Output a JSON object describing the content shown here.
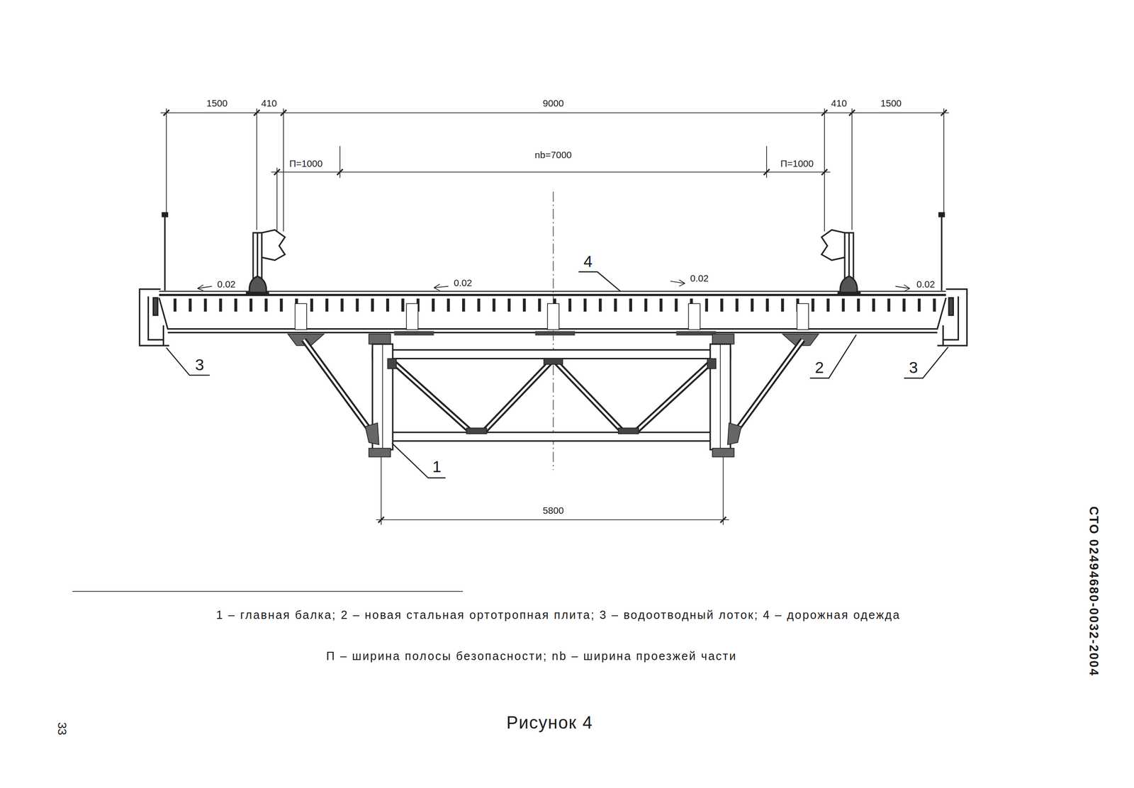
{
  "diagram": {
    "caption": "Рисунок 4",
    "labels": [
      "1500",
      "410",
      "9000",
      "410",
      "1500",
      "П=1000",
      "nb=7000",
      "П=1000",
      "0.02",
      "0.02",
      "0.02",
      "0.02",
      "4",
      "3",
      "2",
      "3",
      "1",
      "5800",
      "1 – главная балка; 2 – новая стальная ортотропная плита; 3 – водоотводный лоток; 4 – дорожная одежда",
      "П – ширина полосы безопасности; nb – ширина проезжей части",
      "33",
      "СТО 02494680-0032-2004"
    ]
  }
}
